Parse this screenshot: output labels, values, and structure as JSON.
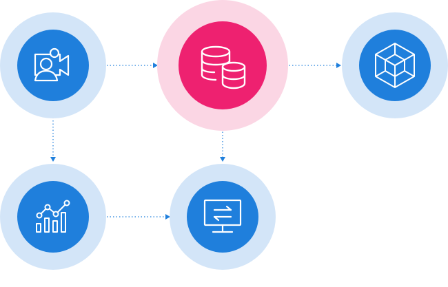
{
  "colors": {
    "blue_core": "#1f7fdc",
    "blue_halo": "#d3e5f8",
    "pink_core": "#ee2170",
    "pink_halo": "#fbd6e4",
    "connector": "#1f7fdc",
    "icon_stroke": "#ffffff"
  },
  "nodes": [
    {
      "id": "video-person",
      "icon": "video-camera-person-icon"
    },
    {
      "id": "database",
      "icon": "database-stack-icon"
    },
    {
      "id": "cube",
      "icon": "hexagon-cube-icon"
    },
    {
      "id": "analytics",
      "icon": "line-bar-chart-icon"
    },
    {
      "id": "monitor",
      "icon": "monitor-transfer-icon"
    }
  ],
  "connections": [
    {
      "from": "video-person",
      "to": "database",
      "style": "dotted-arrow"
    },
    {
      "from": "database",
      "to": "cube",
      "style": "dotted-arrow"
    },
    {
      "from": "video-person",
      "to": "analytics",
      "style": "dotted-arrow"
    },
    {
      "from": "database",
      "to": "monitor",
      "style": "dotted-arrow"
    },
    {
      "from": "analytics",
      "to": "monitor",
      "style": "dotted-arrow"
    }
  ]
}
